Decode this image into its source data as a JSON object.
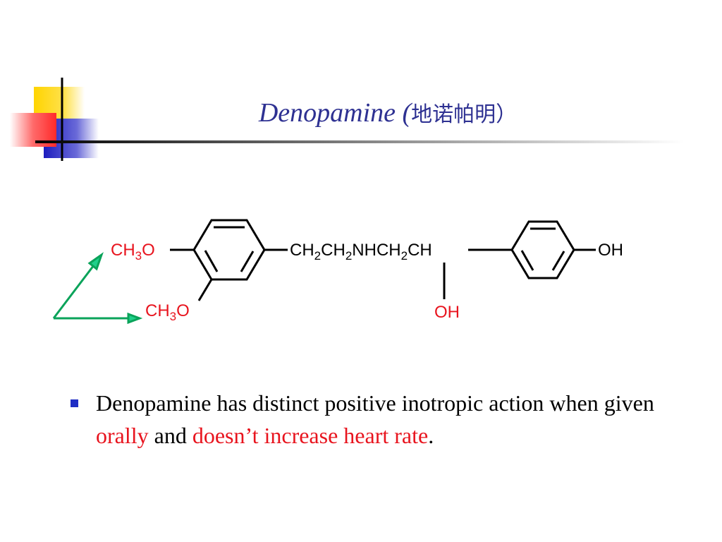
{
  "slide": {
    "title_main": "Denopamine (",
    "title_chinese": "地诺帕明）"
  },
  "structure": {
    "ch3o_top_1": "CH",
    "ch3o_top_2": "3",
    "ch3o_top_3": "O",
    "ch3o_bottom_1": "CH",
    "ch3o_bottom_2": "3",
    "ch3o_bottom_3": "O",
    "chain_1": "CH",
    "chain_2": "2",
    "chain_3": "CH",
    "chain_4": "2",
    "chain_5": "NHCH",
    "chain_6": "2",
    "chain_7": "CH",
    "hydroxyl_ring": "OH",
    "hydroxyl_chain": "OH",
    "substituent_color": "#e8141e",
    "arrow_color": "#00b050"
  },
  "bullet": {
    "part1": "Denopamine has distinct positive inotropic action when given ",
    "part2": "orally",
    "part3": " and ",
    "part4": "doesn’t increase heart rate",
    "part5": ".",
    "highlight_color": "#e8141e",
    "marker_color": "#1f2ec4"
  }
}
